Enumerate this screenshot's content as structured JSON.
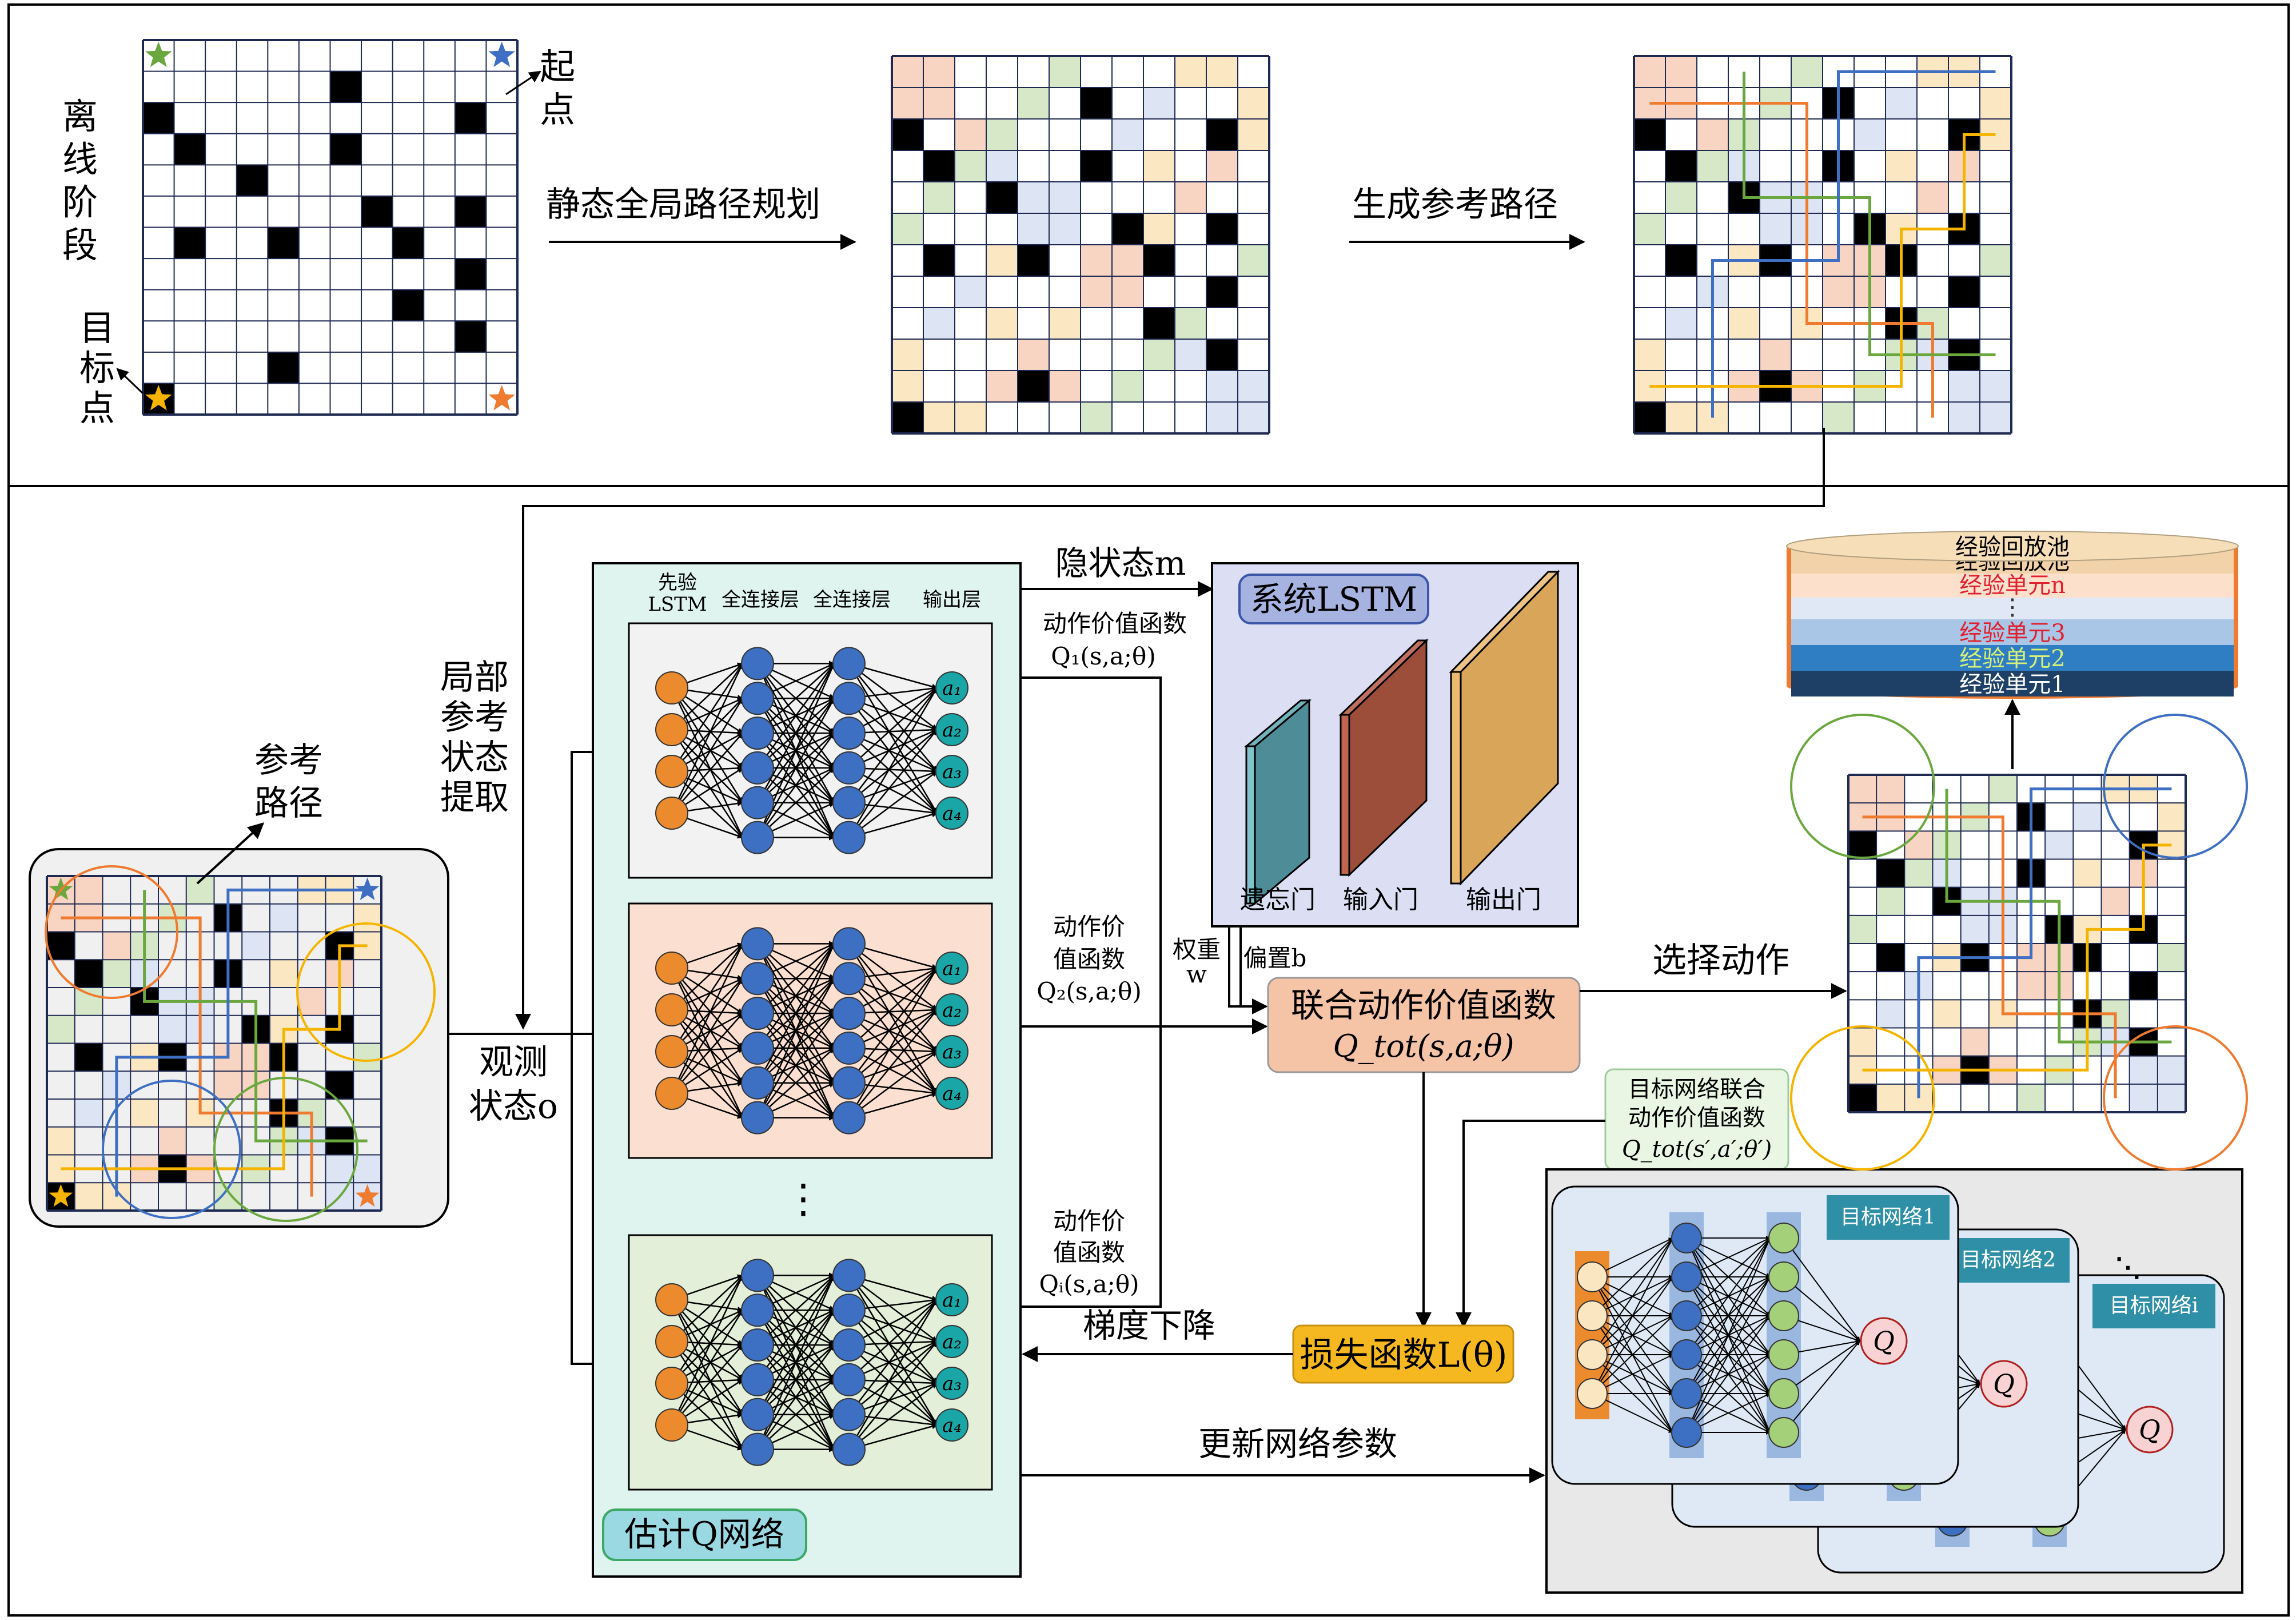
{
  "offline": {
    "stage_label": [
      "离",
      "线",
      "阶",
      "段"
    ],
    "start_label": [
      "起",
      "点"
    ],
    "goal_label": [
      "目",
      "标",
      "点"
    ],
    "static_planning": "静态全局路径规划",
    "generate_ref": "生成参考路径"
  },
  "online": {
    "ref_path_label": [
      "参考",
      "路径"
    ],
    "local_extract_label": [
      "局部",
      "参考",
      "状态",
      "提取"
    ],
    "observe_label": [
      "观测",
      "状态o"
    ],
    "hidden_state": "隐状态m",
    "est_q_net": "估计Q网络",
    "layer_headers": [
      "先验",
      "LSTM",
      "全连接层",
      "全连接层",
      "输出层"
    ],
    "output_labels": [
      "a₁",
      "a₂",
      "a₃",
      "a₄"
    ],
    "q1_label": [
      "动作价值函数",
      "Q₁(s,a;θ)"
    ],
    "q2_label": [
      "动作价",
      "值函数",
      "Q₂(s,a;θ)"
    ],
    "qi_label": [
      "动作价",
      "值函数",
      "Qᵢ(s,a;θ)"
    ],
    "ellipsis": "⋮",
    "system_lstm": "系统LSTM",
    "gates": [
      "遗忘门",
      "输入门",
      "输出门"
    ],
    "weight": [
      "权重",
      "w"
    ],
    "bias": "偏置b",
    "joint_q": [
      "联合动作价值函数",
      "Q_tot(s,a;θ)"
    ],
    "select_action": "选择动作",
    "target_joint": [
      "目标网络联合",
      "动作价值函数",
      "Q_tot(s′,a′;θ′)"
    ],
    "grad_descent": "梯度下降",
    "loss": "损失函数L(θ)",
    "update_params": "更新网络参数",
    "target_nets": [
      "目标网络1",
      "目标网络2",
      "目标网络i"
    ],
    "q_symbol": "Q",
    "replay_pool": "经验回放池",
    "replay_units": [
      "经验单元n",
      "⋮",
      "经验单元3",
      "经验单元2",
      "经验单元1"
    ]
  },
  "colors": {
    "orange_node": "#ec8a2e",
    "blue_node": "#3d6fc2",
    "teal_node": "#1aa6a6",
    "green_node": "#a5d07a",
    "est_panel": "#dff3ef",
    "lstm_panel": "#dcdff4",
    "joint_box": "#f5c3a5",
    "loss_box": "#f6b820",
    "target_panel": "#dfe9f5"
  }
}
